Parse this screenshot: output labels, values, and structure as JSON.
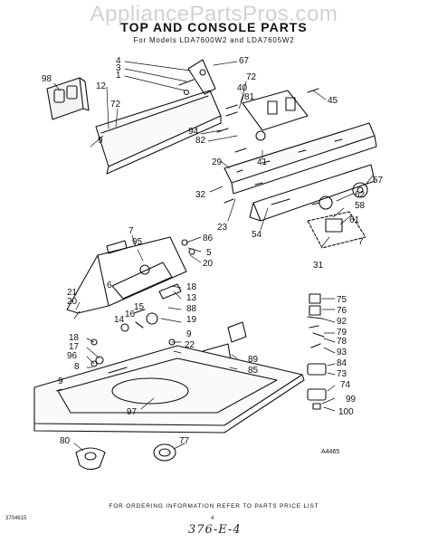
{
  "watermark": "AppliancePartsPros.com",
  "title": "TOP AND CONSOLE PARTS",
  "subtitle": "For Models LDA7600W2 and LDA7605W2",
  "footer": "FOR ORDERING INFORMATION REFER TO PARTS PRICE LIST",
  "code": "3704615",
  "page_number": "4",
  "handwritten_note": "376-E-4",
  "drawing_ref": "A4465",
  "callouts": [
    {
      "id": "c98",
      "label": "98"
    },
    {
      "id": "c4",
      "label": "4"
    },
    {
      "id": "c3",
      "label": "3"
    },
    {
      "id": "c1",
      "label": "1"
    },
    {
      "id": "c12",
      "label": "12"
    },
    {
      "id": "c72a",
      "label": "72"
    },
    {
      "id": "c9a",
      "label": "9"
    },
    {
      "id": "c67",
      "label": "67"
    },
    {
      "id": "c72b",
      "label": "72"
    },
    {
      "id": "c40",
      "label": "40"
    },
    {
      "id": "c81",
      "label": "81"
    },
    {
      "id": "c45",
      "label": "45"
    },
    {
      "id": "c94",
      "label": "94"
    },
    {
      "id": "c82",
      "label": "82"
    },
    {
      "id": "c41",
      "label": "41"
    },
    {
      "id": "c29",
      "label": "29"
    },
    {
      "id": "c57",
      "label": "57"
    },
    {
      "id": "c32",
      "label": "32"
    },
    {
      "id": "c62",
      "label": "62"
    },
    {
      "id": "c58",
      "label": "58"
    },
    {
      "id": "c61",
      "label": "61"
    },
    {
      "id": "c23",
      "label": "23"
    },
    {
      "id": "c54",
      "label": "54"
    },
    {
      "id": "c7a",
      "label": "7"
    },
    {
      "id": "c31",
      "label": "31"
    },
    {
      "id": "c7b",
      "label": "7"
    },
    {
      "id": "c95",
      "label": "95"
    },
    {
      "id": "c86",
      "label": "86"
    },
    {
      "id": "c5",
      "label": "5"
    },
    {
      "id": "c20a",
      "label": "20"
    },
    {
      "id": "c6",
      "label": "6"
    },
    {
      "id": "c18a",
      "label": "18"
    },
    {
      "id": "c21",
      "label": "21"
    },
    {
      "id": "c20b",
      "label": "20"
    },
    {
      "id": "c13",
      "label": "13"
    },
    {
      "id": "c88",
      "label": "88"
    },
    {
      "id": "c15",
      "label": "15"
    },
    {
      "id": "c16",
      "label": "16"
    },
    {
      "id": "c14",
      "label": "14"
    },
    {
      "id": "c19",
      "label": "19"
    },
    {
      "id": "c18b",
      "label": "18"
    },
    {
      "id": "c17",
      "label": "17"
    },
    {
      "id": "c96",
      "label": "96"
    },
    {
      "id": "c8",
      "label": "8"
    },
    {
      "id": "c9b",
      "label": "9"
    },
    {
      "id": "c22",
      "label": "22"
    },
    {
      "id": "c89",
      "label": "89"
    },
    {
      "id": "c85",
      "label": "85"
    },
    {
      "id": "c9c",
      "label": "9"
    },
    {
      "id": "c97",
      "label": "97"
    },
    {
      "id": "c80",
      "label": "80"
    },
    {
      "id": "c77",
      "label": "77"
    },
    {
      "id": "c75",
      "label": "75"
    },
    {
      "id": "c76",
      "label": "76"
    },
    {
      "id": "c92",
      "label": "92"
    },
    {
      "id": "c79",
      "label": "79"
    },
    {
      "id": "c78",
      "label": "78"
    },
    {
      "id": "c93",
      "label": "93"
    },
    {
      "id": "c84",
      "label": "84"
    },
    {
      "id": "c73",
      "label": "73"
    },
    {
      "id": "c74",
      "label": "74"
    },
    {
      "id": "c99",
      "label": "99"
    },
    {
      "id": "c100",
      "label": "100"
    }
  ]
}
